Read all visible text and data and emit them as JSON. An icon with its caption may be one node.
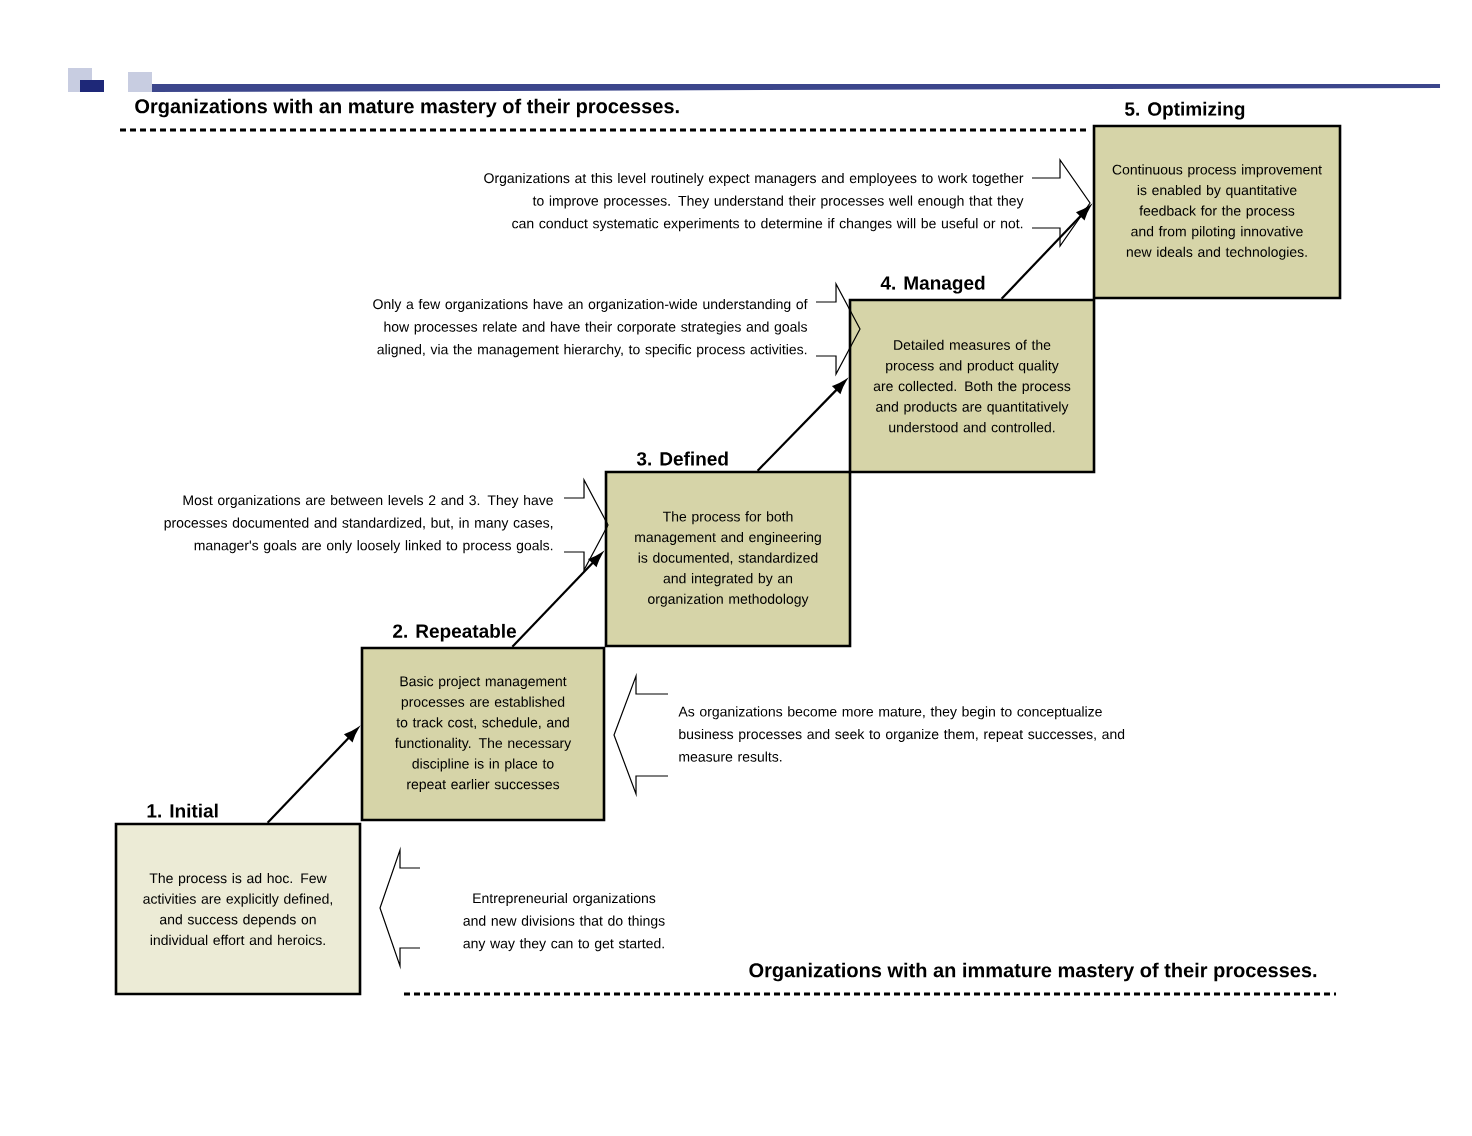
{
  "diagram": {
    "nodes": [
      {
        "text": [
          "1. Initial",
          "The process is ad hoc.  Few activities are explicitly defined, and success depends on individual effort and heroics."
        ]
      },
      {
        "text": [
          "2. Repeatable",
          "Basic project management processes are established to track cost, schedule, and functionality. The necessary discipline is in place to repeat earlier successes"
        ]
      },
      {
        "text": [
          "3. Defined",
          "The process for both management and engineering is documented, standardized and integrated by an organization methodology"
        ]
      },
      {
        "text": [
          "4. Managed",
          "Detailed measures of the process and product quality are collected. Both the process and products are quantitatively understood and controlled."
        ]
      },
      {
        "text": [
          "5. Optimizing",
          "Continuous process improvement is enabled by quantitative feedback for the process and from piloting innovative new ideals and technologies."
        ]
      }
    ],
    "edges": [
      {
        "from": 0,
        "to": 1,
        "arrow": "to"
      },
      {
        "from": 1,
        "to": 2,
        "arrow": "to"
      },
      {
        "from": 2,
        "to": 3,
        "arrow": "to"
      },
      {
        "from": 3,
        "to": 4,
        "arrow": "to"
      }
    ],
    "labels": [
      "Organizations with an mature mastery of their processes.",
      "Organizations at this level routinely expect managers and employees to work together to improve processes.  They understand their processes well enough that they can conduct systematic experiments to determine if changes will be useful or not.",
      "Only a few organizations have an organization-wide understanding of how processes relate and have their corporate strategies and goals aligned, via the management hierarchy, to specific process activities.",
      "Most organizations are between levels 2 and 3.  They have processes documented and standardized,  but, in many cases, manager's goals are only loosely linked to process goals.",
      "As organizations become more mature,  they begin to conceptualize business processes and seek to organize them, repeat successes, and measure results.",
      "Entrepreneurial organizations and new divisions that do things any way they can to get started.",
      "Organizations with an immature mastery of their processes."
    ]
  }
}
